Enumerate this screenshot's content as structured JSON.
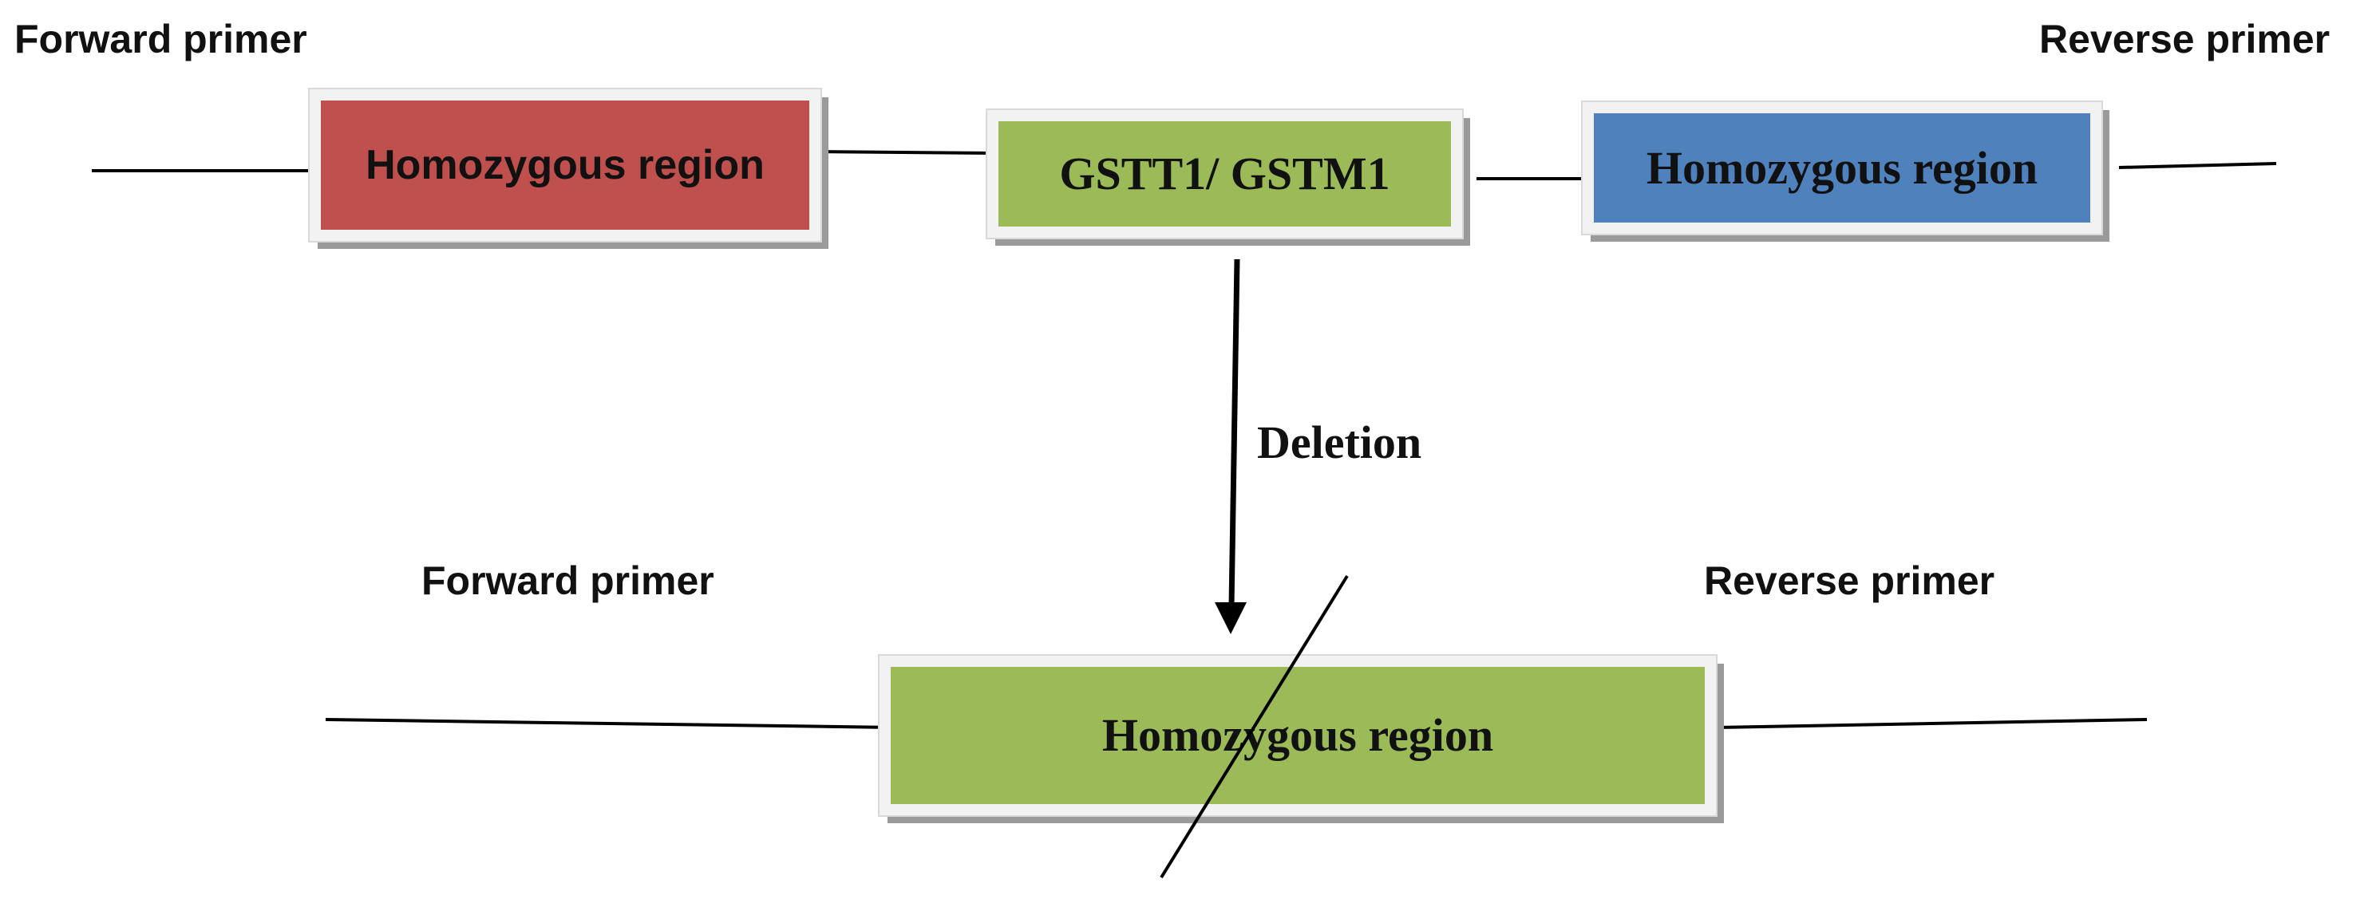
{
  "top": {
    "left_primer_label": "Forward primer",
    "right_primer_label": "Reverse primer",
    "left_region": {
      "label": "Homozygous region",
      "color": "#c0504d"
    },
    "gene": {
      "label": "GSTT1/ GSTM1",
      "color": "#9bbb59"
    },
    "right_region": {
      "label": "Homozygous region",
      "color": "#4f81bd"
    }
  },
  "arrow": {
    "label": "Deletion"
  },
  "bottom": {
    "left_primer_label": "Forward primer",
    "right_primer_label": "Reverse primer",
    "region": {
      "label": "Homozygous region",
      "color": "#9bbb59"
    }
  },
  "colors": {
    "line": "#000000",
    "box_border": "#f2f2f2",
    "box_shadow": "#9a9a9a"
  }
}
